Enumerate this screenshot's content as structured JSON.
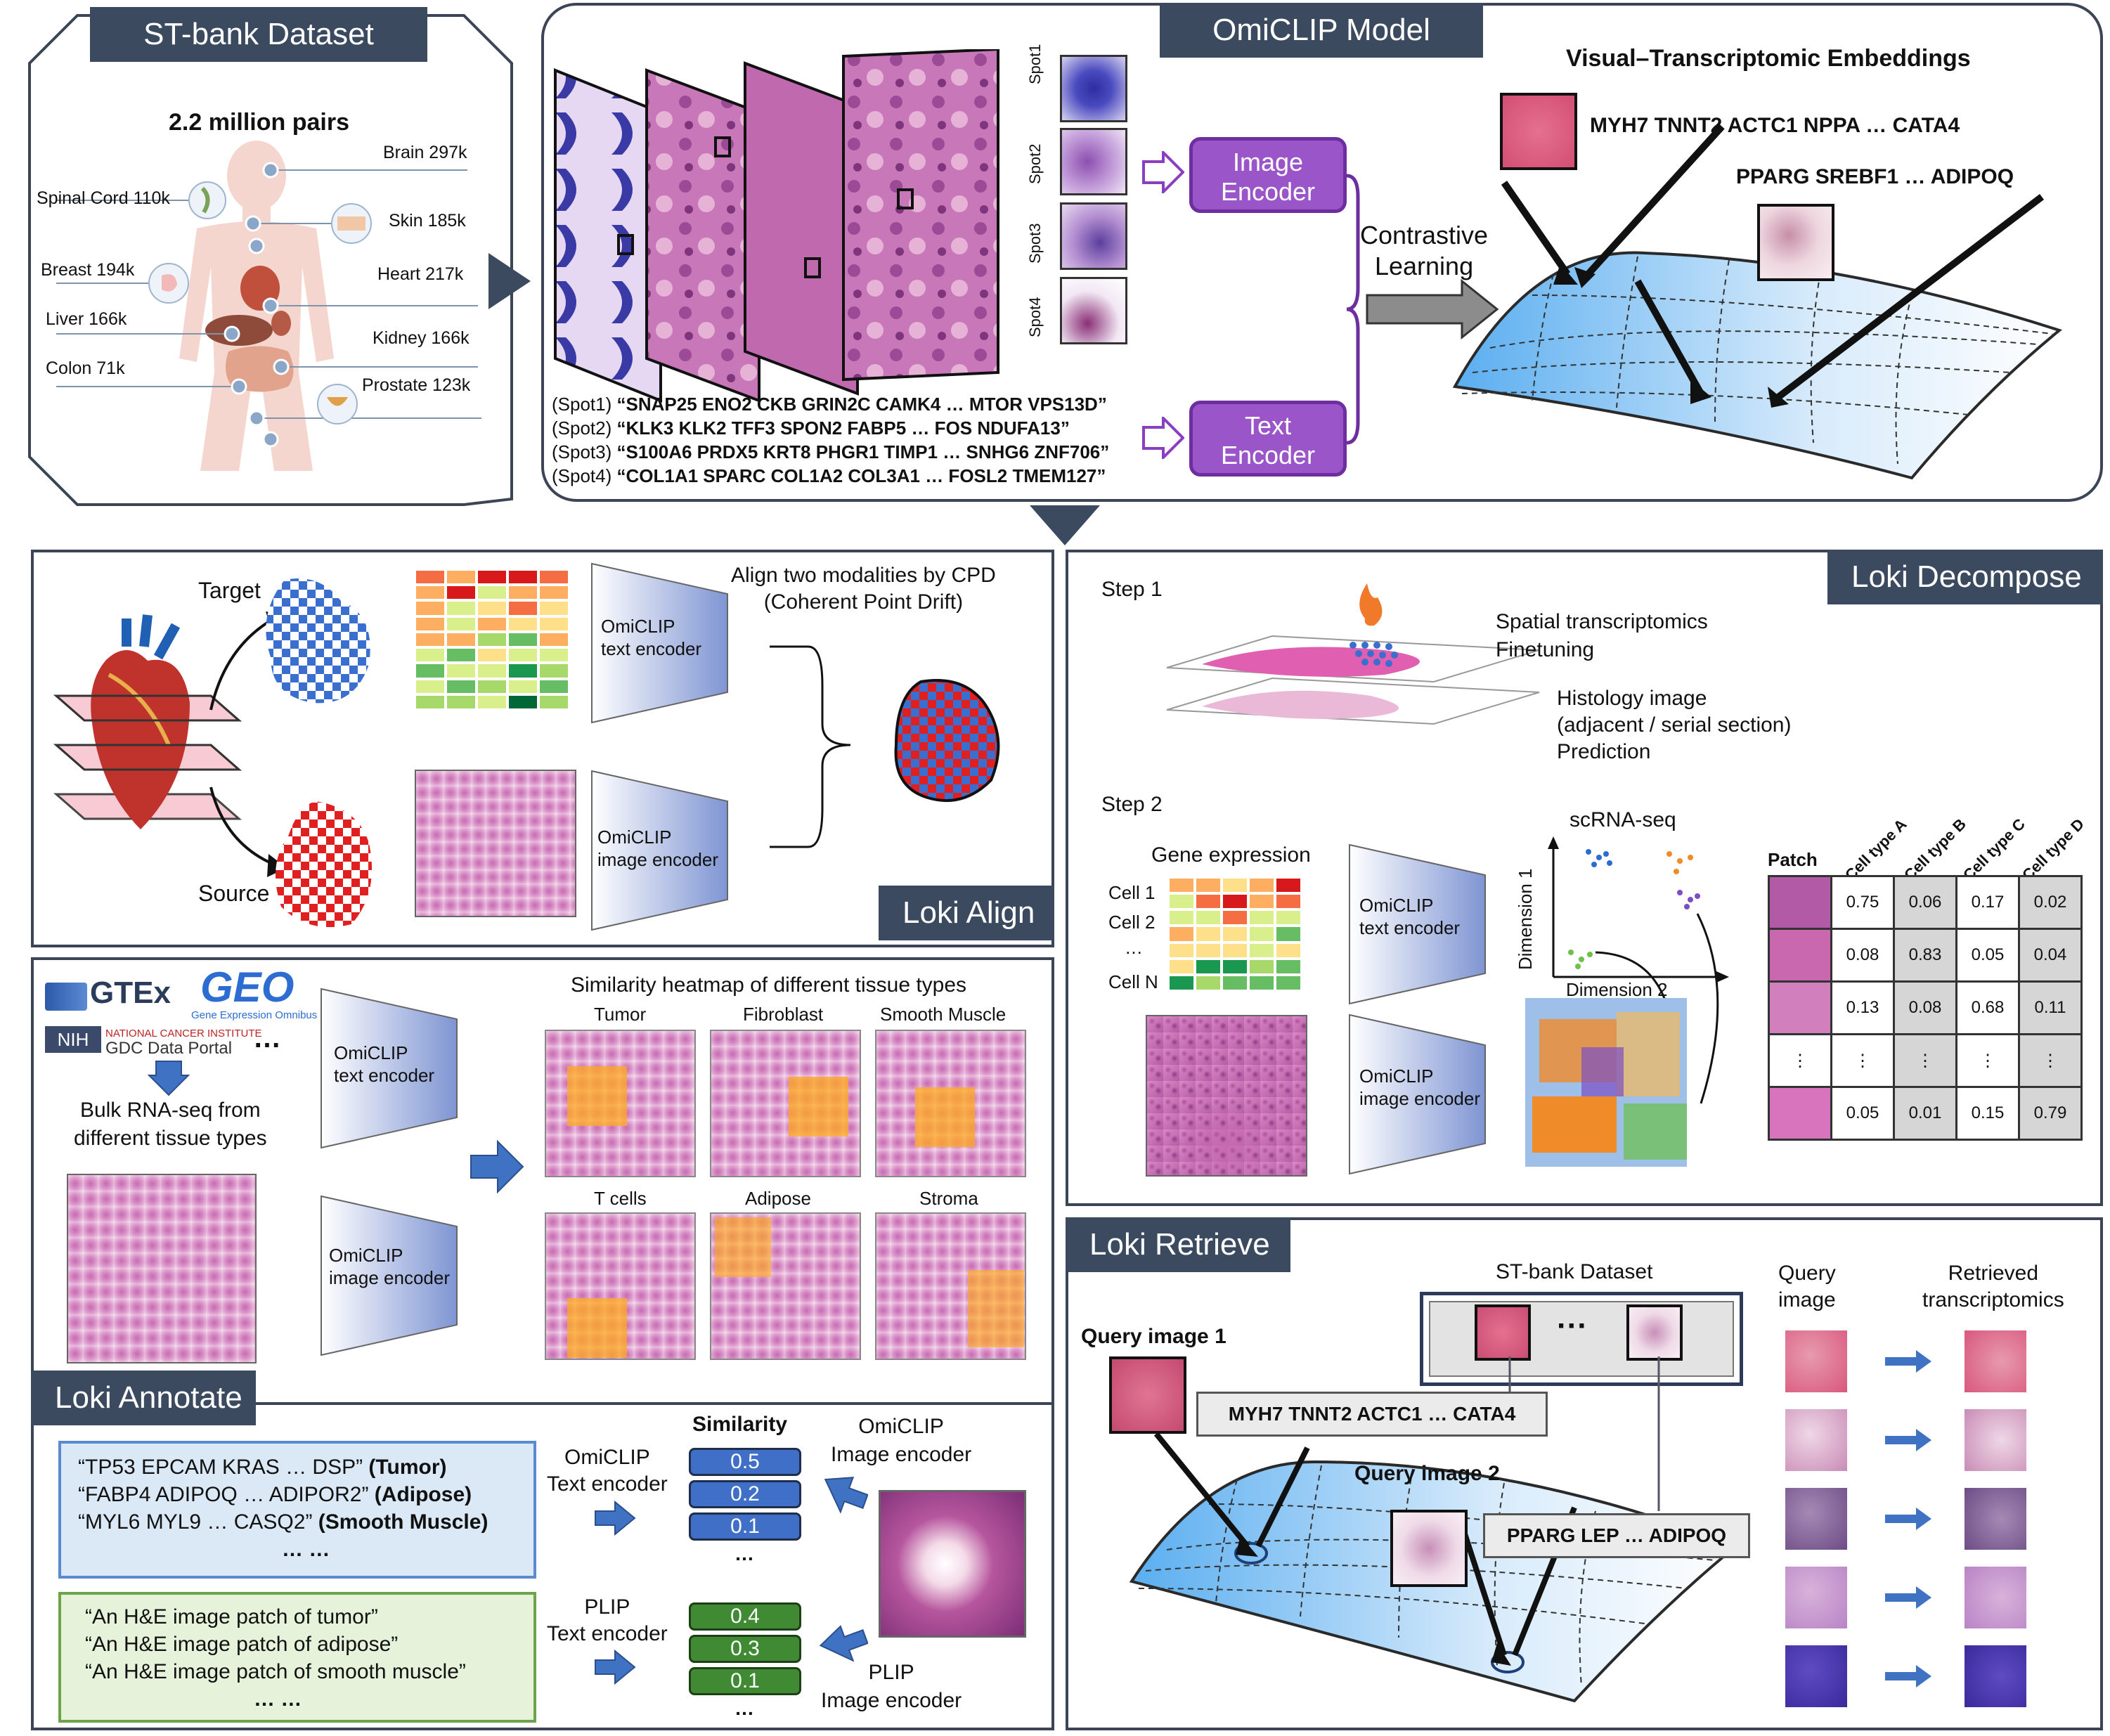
{
  "colors": {
    "dark_tag": "#3b4a5e",
    "panel_border": "#3b4556",
    "encoder_purple": "#9a56c8",
    "encoder_fill_blue": "#8da3d8",
    "similarity_blue": "#3f6fc6",
    "similarity_green": "#3f8a33",
    "arrow_blue": "#3f72c2"
  },
  "stbank": {
    "title": "ST-bank Dataset",
    "subtitle": "2.2 million pairs",
    "organs": [
      {
        "label": "Brain 297k"
      },
      {
        "label": "Spinal Cord 110k"
      },
      {
        "label": "Skin 185k"
      },
      {
        "label": "Breast 194k"
      },
      {
        "label": "Heart 217k"
      },
      {
        "label": "Liver 166k"
      },
      {
        "label": "Kidney 166k"
      },
      {
        "label": "Colon 71k"
      },
      {
        "label": "Prostate 123k"
      }
    ]
  },
  "omiclip": {
    "title": "OmiCLIP Model",
    "spots": [
      "Spot1",
      "Spot2",
      "Spot3",
      "Spot4"
    ],
    "image_encoder": "Image\nEncoder",
    "text_encoder": "Text\nEncoder",
    "contrastive": "Contrastive\nLearning",
    "embeddings_title": "Visual–Transcriptomic Embeddings",
    "embed_label_1": "MYH7 TNNT2 ACTC1 NPPA … CATA4",
    "embed_label_2": "PPARG SREBF1 … ADIPOQ",
    "spot_texts": [
      {
        "prefix": "(Spot1) ",
        "genes": "“SNAP25 ENO2 CKB GRIN2C CAMK4 … MTOR VPS13D”"
      },
      {
        "prefix": "(Spot2) ",
        "genes": "“KLK3 KLK2 TFF3 SPON2 FABP5 … FOS NDUFA13”"
      },
      {
        "prefix": "(Spot3) ",
        "genes": "“S100A6 PRDX5 KRT8 PHGR1 TIMP1 … SNHG6 ZNF706”"
      },
      {
        "prefix": "(Spot4) ",
        "genes": "“COL1A1 SPARC COL1A2 COL3A1 … FOSL2 TMEM127”"
      }
    ]
  },
  "align": {
    "title": "Loki Align",
    "target": "Target",
    "source": "Source",
    "cpd": "Align two modalities by CPD\n(Coherent Point Drift)",
    "text_enc": "OmiCLIP\ntext encoder",
    "image_enc": "OmiCLIP\nimage encoder"
  },
  "decompose": {
    "title": "Loki Decompose",
    "step1": "Step 1",
    "step2": "Step 2",
    "st_label": "Spatial transcriptomics\nFinetuning",
    "hist_label": "Histology image\n(adjacent / serial section)\nPrediction",
    "gene_expr": "Gene expression",
    "cells": [
      "Cell 1",
      "Cell 2",
      "…",
      "Cell N"
    ],
    "text_enc": "OmiCLIP\ntext encoder",
    "image_enc": "OmiCLIP\nimage encoder",
    "scrna": "scRNA-seq",
    "dim1": "Dimension 1",
    "dim2": "Dimension 2",
    "patch": "Patch",
    "cell_types": [
      "Cell type A",
      "Cell type B",
      "Cell type C",
      "Cell type D"
    ],
    "table_rows": [
      [
        "0.75",
        "0.06",
        "0.17",
        "0.02"
      ],
      [
        "0.08",
        "0.83",
        "0.05",
        "0.04"
      ],
      [
        "0.13",
        "0.08",
        "0.68",
        "0.11"
      ],
      [
        "⋮",
        "⋮",
        "⋮",
        "⋮"
      ],
      [
        "0.05",
        "0.01",
        "0.15",
        "0.79"
      ]
    ]
  },
  "annotate": {
    "title": "Loki Annotate",
    "gtex": "GTEx",
    "geo": "GEO",
    "geo_sub": "Gene Expression Omnibus",
    "nih": "NIH",
    "nci": "NATIONAL CANCER INSTITUTE",
    "gdc": "GDC Data Portal",
    "ellipsis": "…",
    "bulk": "Bulk RNA-seq from\ndifferent tissue types",
    "text_enc": "OmiCLIP\ntext encoder",
    "image_enc": "OmiCLIP\nimage encoder",
    "heatmap_title": "Similarity heatmap of different tissue types",
    "tissues": [
      "Tumor",
      "Fibroblast",
      "Smooth Muscle",
      "T cells",
      "Adipose",
      "Stroma"
    ],
    "blue_box": [
      {
        "genes": "“TP53 EPCAM KRAS … DSP”",
        "label": " (Tumor)"
      },
      {
        "genes": "“FABP4 ADIPOQ … ADIPOR2”",
        "label": " (Adipose)"
      },
      {
        "genes": "“MYL6 MYL9 … CASQ2”",
        "label": " (Smooth Muscle)"
      },
      {
        "genes": "… …",
        "label": ""
      }
    ],
    "green_box": [
      "“An H&E image patch of tumor”",
      "“An H&E image patch of adipose”",
      "“An H&E image patch of smooth muscle”",
      "… …"
    ],
    "omiclip_text": "OmiCLIP\nText encoder",
    "plip_text": "PLIP\nText encoder",
    "similarity": "Similarity",
    "sim_blue": [
      "0.5",
      "0.2",
      "0.1",
      "…"
    ],
    "sim_green": [
      "0.4",
      "0.3",
      "0.1",
      "…"
    ],
    "omiclip_img": "OmiCLIP\nImage encoder",
    "plip_img": "PLIP\nImage encoder"
  },
  "retrieve": {
    "title": "Loki Retrieve",
    "stbank": "ST-bank Dataset",
    "dots": "···",
    "query1": "Query image 1",
    "query2": "Query image 2",
    "genes1": "MYH7 TNNT2 ACTC1 … CATA4",
    "genes2": "PPARG LEP … ADIPOQ",
    "query_img": "Query\nimage",
    "retrieved": "Retrieved\ntranscriptomics"
  }
}
